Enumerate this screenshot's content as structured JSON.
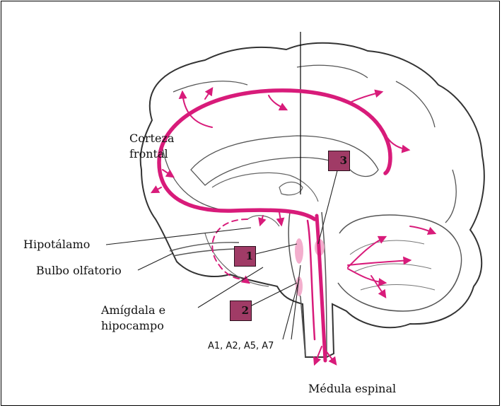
{
  "labels": {
    "corteza_line1": "Corteza",
    "corteza_line2": "frontal",
    "hipotalamo": "Hipotálamo",
    "bulbo": "Bulbo olfatorio",
    "amigdala_line1": "Amígdala e",
    "amigdala_line2": "hipocampo",
    "nuclei": "A1, A2, A5, A7",
    "medula": "Médula espinal"
  },
  "markers": [
    "1",
    "2",
    "3"
  ],
  "colors": {
    "pathway": "#d81b7a",
    "pathway_light": "#f2a6c8",
    "marker_fill": "#a03b66",
    "brain_outline": "#333333"
  }
}
